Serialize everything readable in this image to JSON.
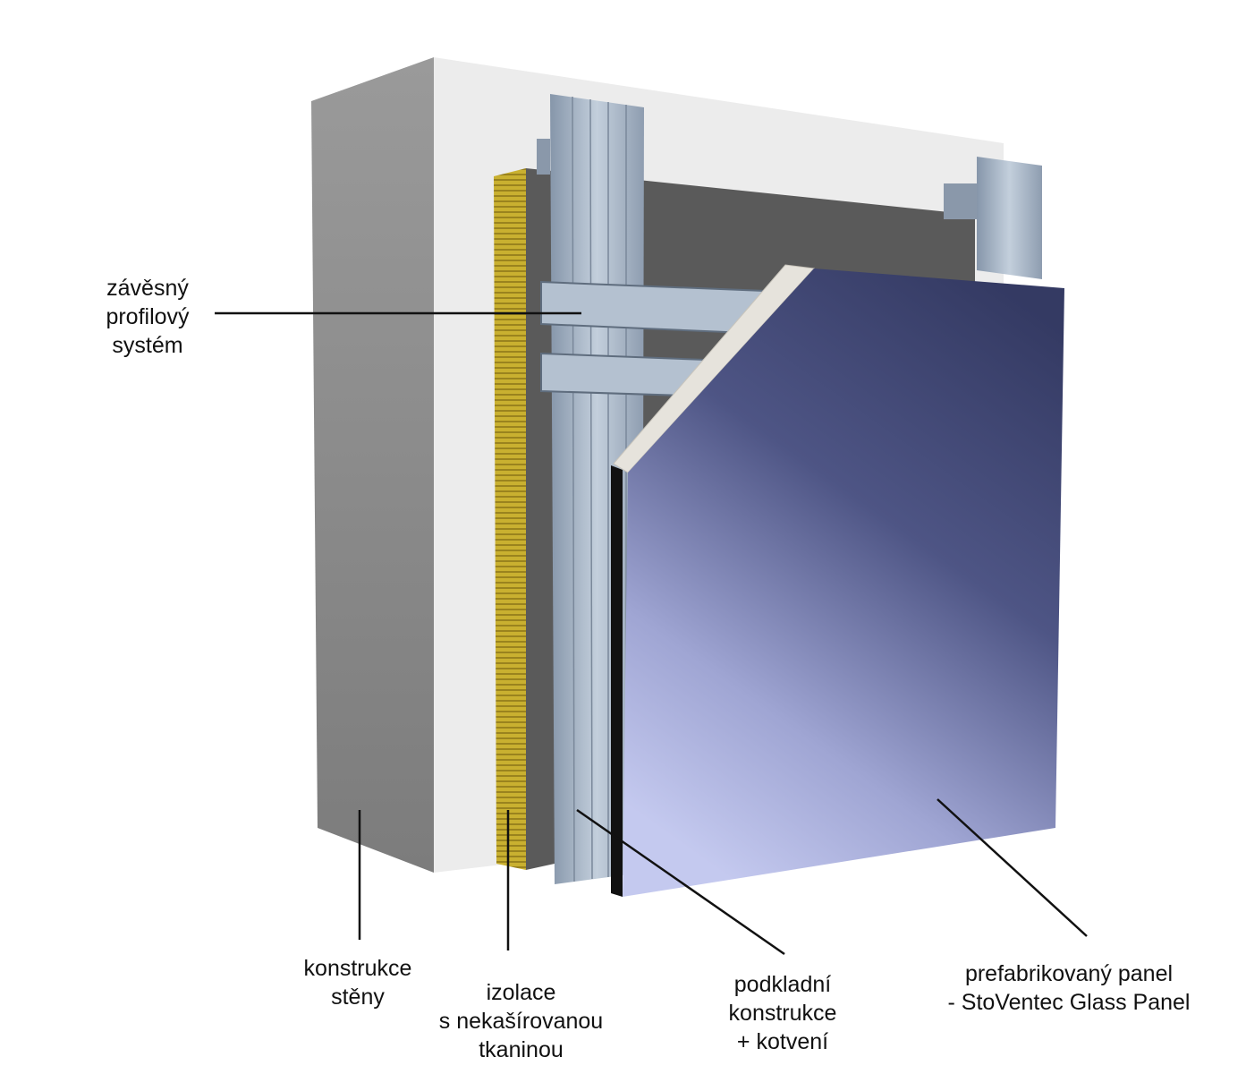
{
  "labels": {
    "profile_system": [
      "závěsný",
      "profilový",
      "systém"
    ],
    "wall_structure": [
      "konstrukce",
      "stěny"
    ],
    "insulation": [
      "izolace",
      "s nekašírovanou",
      "tkaninou"
    ],
    "substructure": [
      "podkladní",
      "konstrukce",
      "+ kotvení"
    ],
    "panel": [
      "prefabrikovaný panel",
      "- StoVentec Glass Panel"
    ]
  },
  "colors": {
    "wall_side": "#8c8c8c",
    "wall_front": "#ececec",
    "insulation": "#c9b030",
    "membrane": "#5a5a5a",
    "rail": "#a9b7c8",
    "panel_dark": "#363b62",
    "panel_light": "#c3c8ee",
    "panel_edge": "#e6e3dc"
  }
}
